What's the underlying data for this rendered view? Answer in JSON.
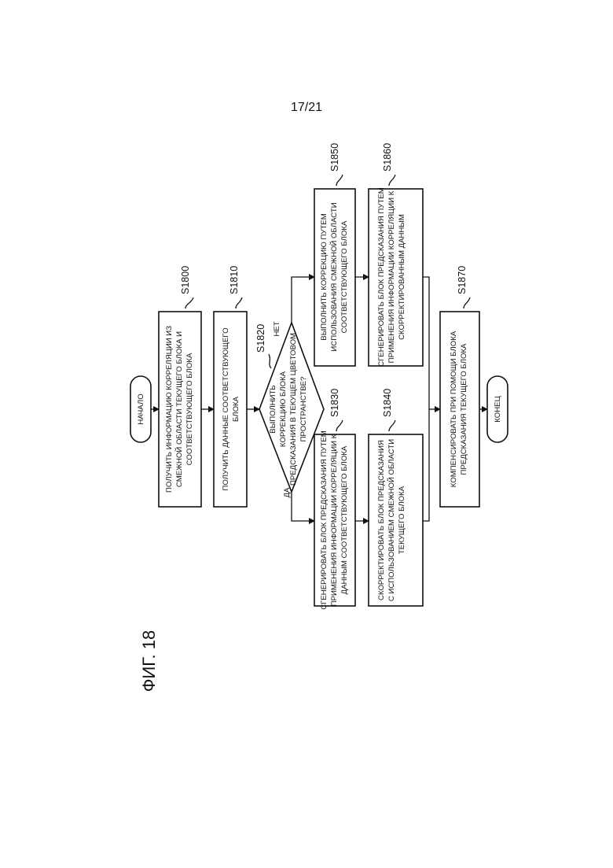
{
  "page_number": "17/21",
  "figure_label": "ФИГ. 18",
  "flow": {
    "start": "НАЧАЛО",
    "end": "КОНЕЦ",
    "steps": [
      {
        "id": "S1800",
        "lines": [
          "ПОЛУЧИТЬ ИНФОРМАЦИЮ КОРРЕЛЯЦИИ ИЗ",
          "СМЕЖНОЙ ОБЛАСТИ ТЕКУЩЕГО БЛОКА И",
          "СООТВЕТСТВУЮЩЕГО БЛОКА"
        ]
      },
      {
        "id": "S1810",
        "lines": [
          "ПОЛУЧИТЬ ДАННЫЕ СООТВЕТСТВУЮЩЕГО",
          "БЛОКА"
        ]
      },
      {
        "id": "S1820",
        "lines": [
          "ВЫПОЛНИТЬ",
          "КОРРЕКЦИЮ БЛОКА",
          "ПРЕДСКАЗАНИЯ В ТЕКУЩЕМ ЦВЕТОВОМ",
          "ПРОСТРАНСТВЕ?"
        ]
      },
      {
        "id": "S1830",
        "lines": [
          "СГЕНЕРИРОВАТЬ БЛОК ПРЕДСКАЗАНИЯ ПУТЕМ",
          "ПРИМЕНЕНИЯ ИНФОРМАЦИИ КОРРЕЛЯЦИИ К",
          "ДАННЫМ СООТВЕТСТВУЮЩЕГО БЛОКА"
        ]
      },
      {
        "id": "S1840",
        "lines": [
          "СКОРРЕКТИРОВАТЬ БЛОК ПРЕДСКАЗАНИЯ",
          "С ИСПОЛЬЗОВАНИЕМ СМЕЖНОЙ ОБЛАСТИ",
          "ТЕКУЩЕГО БЛОКА"
        ]
      },
      {
        "id": "S1850",
        "lines": [
          "ВЫПОЛНИТЬ КОРРЕКЦИЮ ПУТЕМ",
          "ИСПОЛЬЗОВАНИЯ СМЕЖНОЙ ОБЛАСТИ",
          "СООТВЕТСТВУЮЩЕГО БЛОКА"
        ]
      },
      {
        "id": "S1860",
        "lines": [
          "СГЕНЕРИРОВАТЬ БЛОК ПРЕДСКАЗАНИЯ ПУТЕМ",
          "ПРИМЕНЕНИЯ ИНФОРМАЦИИ КОРРЕЛЯЦИИ К",
          "СКОРРЕКТИРОВАННЫМ ДАННЫМ"
        ]
      },
      {
        "id": "S1870",
        "lines": [
          "КОМПЕНСИРОВАТЬ ПРИ ПОМОЩИ БЛОКА",
          "ПРЕДСКАЗАНИЯ ТЕКУЩЕГО БЛОКА"
        ]
      }
    ],
    "yes_label": "ДА",
    "no_label": "НЕТ"
  }
}
